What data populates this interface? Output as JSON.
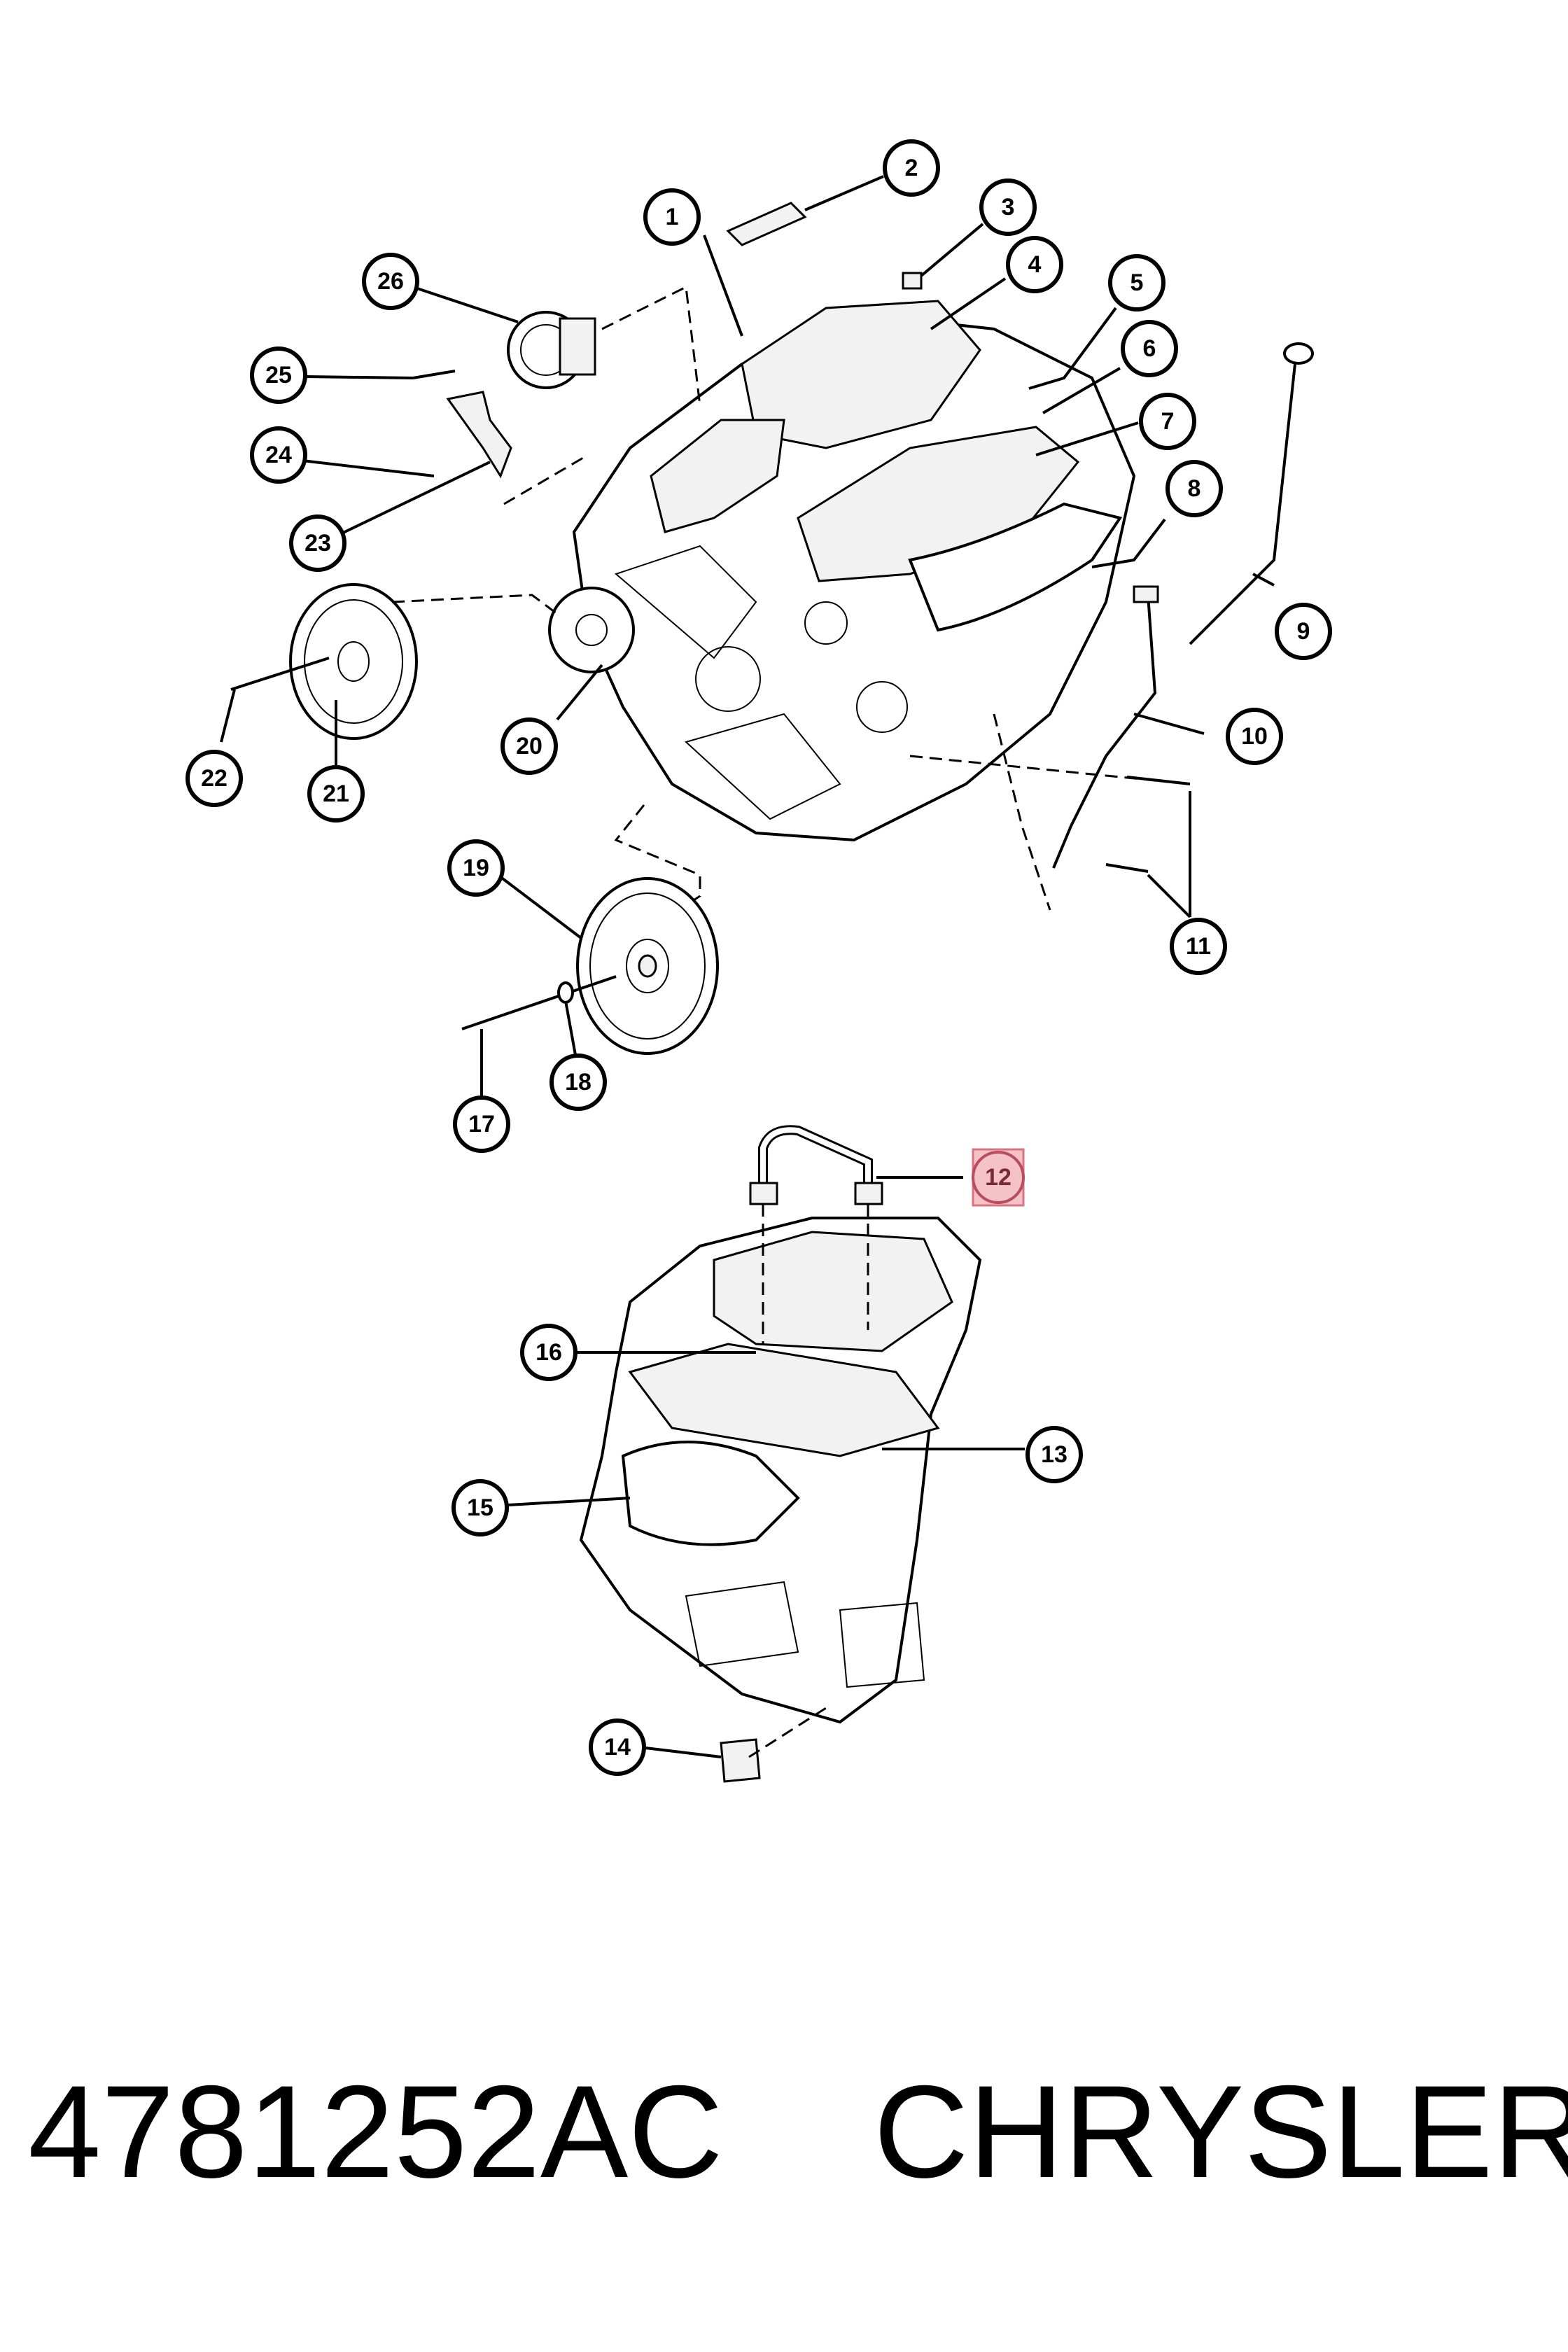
{
  "diagram": {
    "callouts": [
      {
        "id": "1",
        "label": "1"
      },
      {
        "id": "2",
        "label": "2"
      },
      {
        "id": "3",
        "label": "3"
      },
      {
        "id": "4",
        "label": "4"
      },
      {
        "id": "5",
        "label": "5"
      },
      {
        "id": "6",
        "label": "6"
      },
      {
        "id": "7",
        "label": "7"
      },
      {
        "id": "8",
        "label": "8"
      },
      {
        "id": "9",
        "label": "9"
      },
      {
        "id": "10",
        "label": "10"
      },
      {
        "id": "11",
        "label": "11"
      },
      {
        "id": "12",
        "label": "12"
      },
      {
        "id": "13",
        "label": "13"
      },
      {
        "id": "14",
        "label": "14"
      },
      {
        "id": "15",
        "label": "15"
      },
      {
        "id": "16",
        "label": "16"
      },
      {
        "id": "17",
        "label": "17"
      },
      {
        "id": "18",
        "label": "18"
      },
      {
        "id": "19",
        "label": "19"
      },
      {
        "id": "20",
        "label": "20"
      },
      {
        "id": "21",
        "label": "21"
      },
      {
        "id": "22",
        "label": "22"
      },
      {
        "id": "23",
        "label": "23"
      },
      {
        "id": "24",
        "label": "24"
      },
      {
        "id": "25",
        "label": "25"
      },
      {
        "id": "26",
        "label": "26"
      }
    ],
    "highlighted_callout": "12",
    "highlight_color": "#f4c2c8",
    "highlight_border": "#d9737f"
  },
  "footer": {
    "part_number": "4781252AC",
    "brand": "CHRYSLER"
  }
}
